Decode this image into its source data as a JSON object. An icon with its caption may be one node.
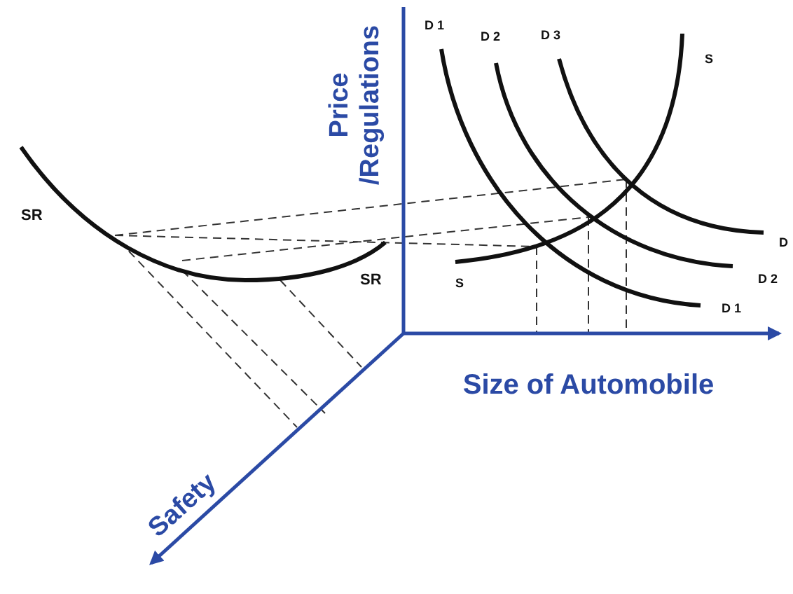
{
  "diagram": {
    "labels": [
      "D 1",
      "D 2",
      "D 3",
      "S",
      "Price /Regulations",
      "SR",
      "D",
      "S",
      "SR",
      "D 2",
      "D 1",
      "Size of Automobile",
      "Safety"
    ]
  }
}
